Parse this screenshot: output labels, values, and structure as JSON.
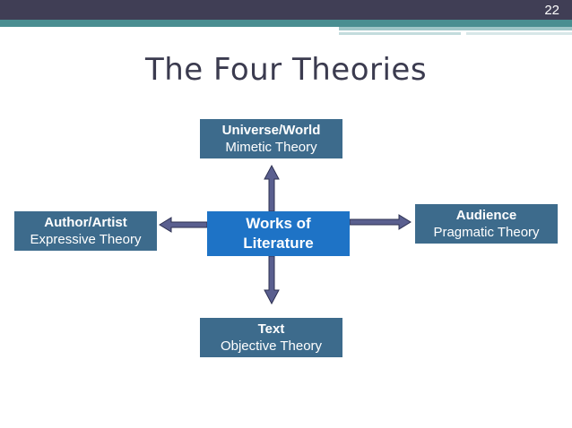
{
  "slide": {
    "page_number": "22",
    "title": "The Four Theories"
  },
  "diagram": {
    "center": {
      "line1": "Works of",
      "line2": "Literature"
    },
    "top": {
      "heading": "Universe/World",
      "sub": "Mimetic Theory"
    },
    "left": {
      "heading": "Author/Artist",
      "sub": "Expressive Theory"
    },
    "right": {
      "heading": "Audience",
      "sub": "Pragmatic Theory"
    },
    "bottom": {
      "heading": "Text",
      "sub": "Objective Theory"
    }
  },
  "colors": {
    "header_dark": "#403e55",
    "header_teal": "#4a8e91",
    "box": "#3d6b8c",
    "center_box": "#1e73c6",
    "arrow_fill": "#5a5f8f",
    "arrow_stroke": "#2e3152",
    "title": "#3b3b4f"
  }
}
